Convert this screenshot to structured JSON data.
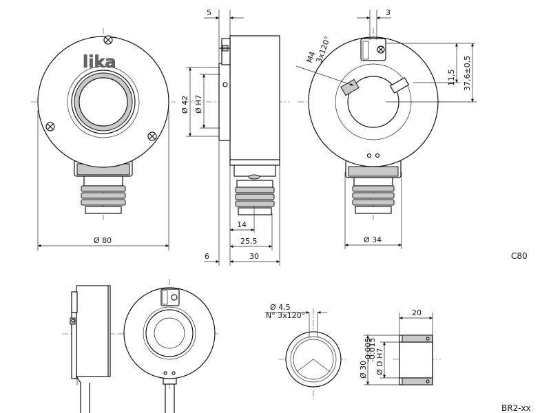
{
  "logo": "lika",
  "labels": {
    "top_model": "C80",
    "bottom_model": "BR2-xx"
  },
  "dims": {
    "dia80": "Ø 80",
    "dia42": "Ø 42",
    "diaH7": "Ø H7",
    "top5": "5",
    "d14": "14",
    "d25_5": "25,5",
    "d6": "6",
    "d30": "30",
    "top3": "3",
    "m4": "M4",
    "m4_3x120": "3x120°",
    "d11_5": "11,5",
    "d37_6": "37,6±0,5",
    "dia34": "Ø 34",
    "dia4_5": "Ø 4,5",
    "n3x120": "N° 3x120°",
    "d20": "20",
    "dia30": "Ø 30",
    "tol30_up": "-0.005",
    "tol30_low": "-0.015",
    "diaDH7": "Ø D H7"
  },
  "colors": {
    "line": "#111111",
    "shade": "#c9c9c9",
    "background": "#ffffff"
  }
}
